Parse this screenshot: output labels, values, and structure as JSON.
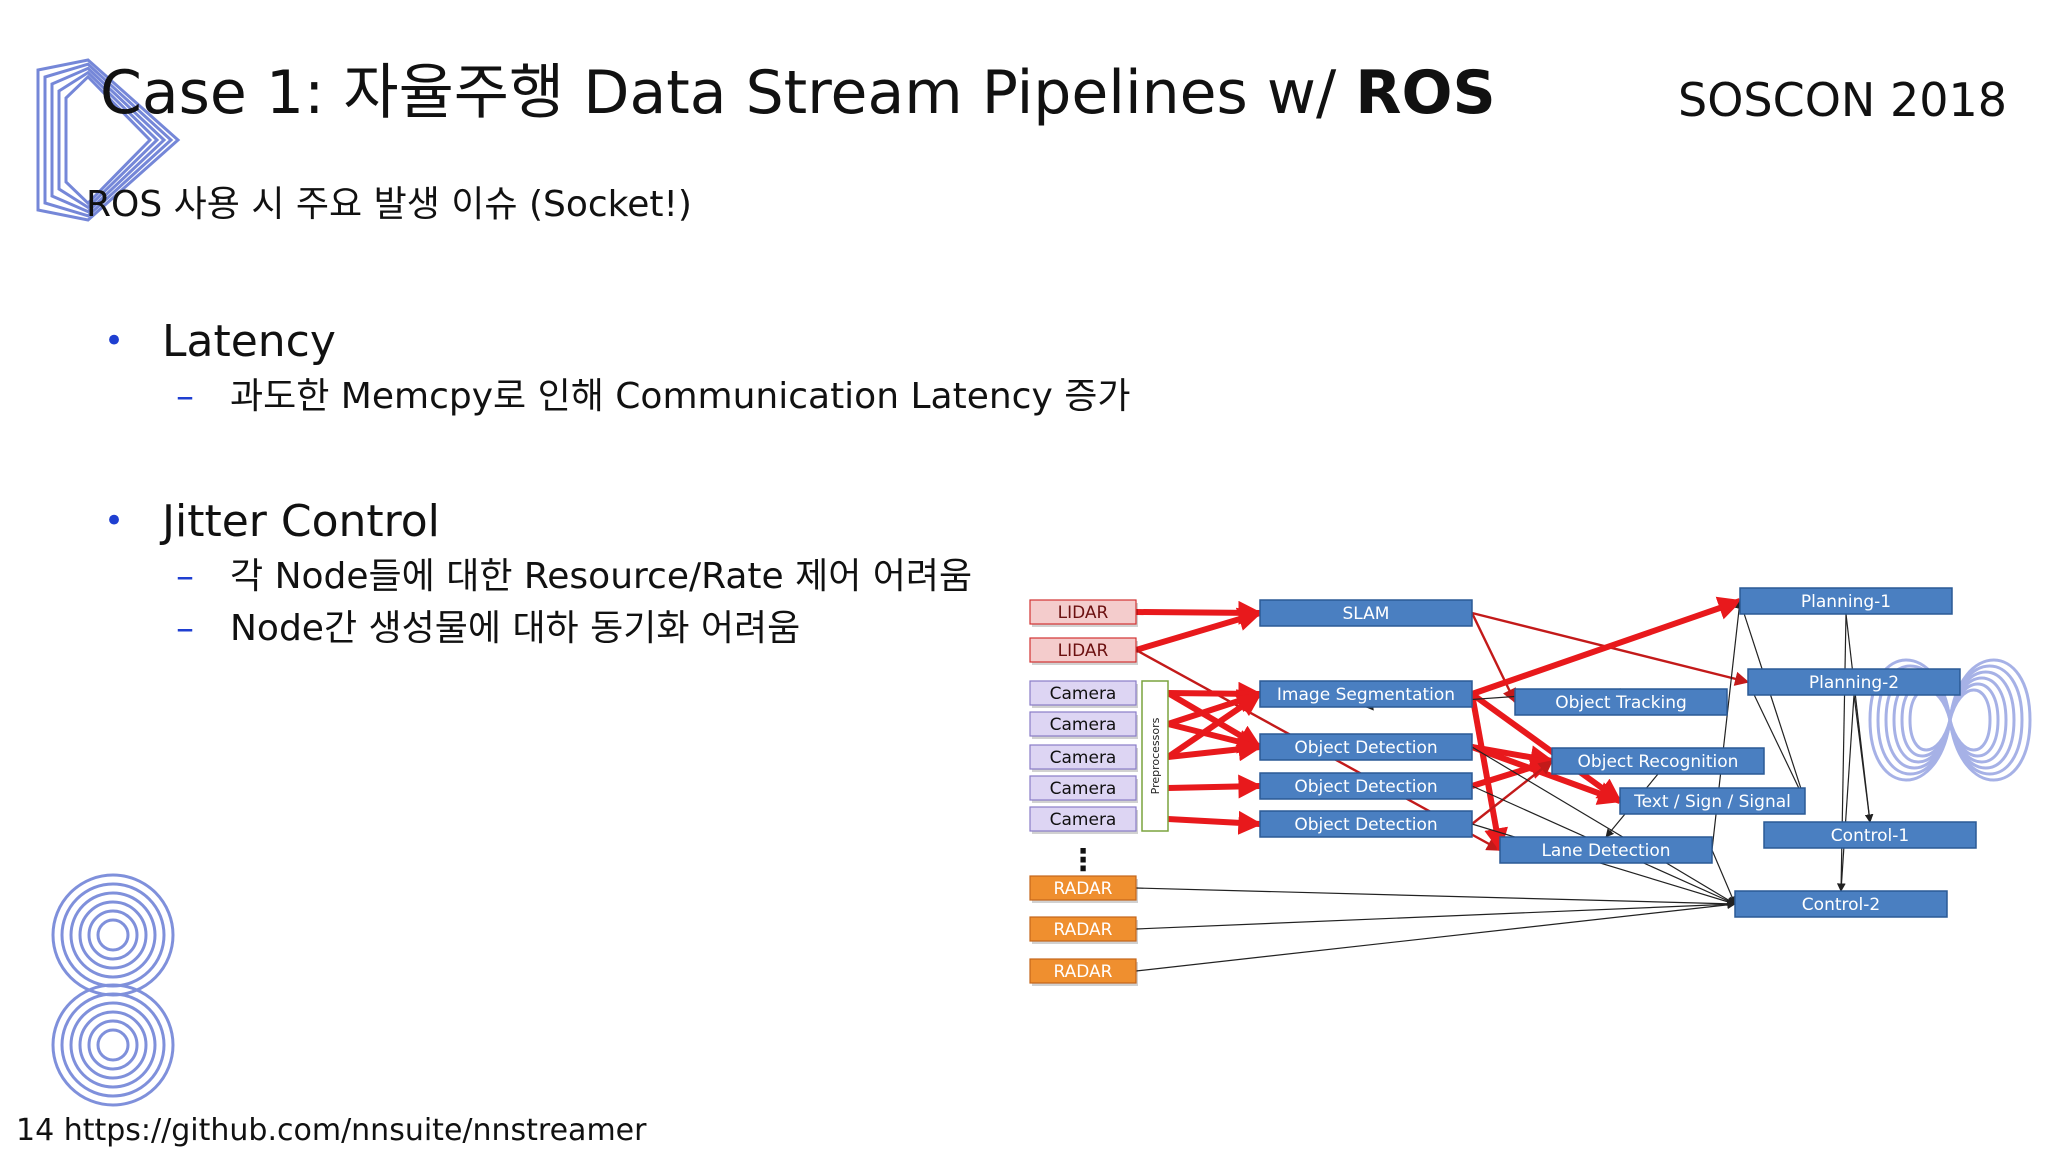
{
  "slide": {
    "title_prefix": "Case 1: 자율주행 Data Stream Pipelines w/ ",
    "title_bold": "ROS",
    "conference": "SOSCON 2018",
    "subtitle": "ROS 사용 시 주요 발생 이슈 (Socket!)",
    "bullets": [
      {
        "marker": "•",
        "text": "Latency",
        "subs": [
          {
            "marker": "–",
            "text": "과도한 Memcpy로 인해 Communication Latency 증가"
          }
        ]
      },
      {
        "marker": "•",
        "text": "Jitter Control",
        "subs": [
          {
            "marker": "–",
            "text": "각 Node들에 대한 Resource/Rate 제어 어려움"
          },
          {
            "marker": "–",
            "text": "Node간 생성물에 대하 동기화 어려움"
          }
        ]
      }
    ],
    "footer": "14 https://github.com/nnsuite/nnstreamer"
  },
  "colors": {
    "bullet_marker": "#1f3fd1",
    "lidar_fill": "#f4cccc",
    "lidar_stroke": "#d33333",
    "camera_fill": "#ddd5f3",
    "camera_stroke": "#8a7cc7",
    "radar_fill": "#ef8f2f",
    "radar_stroke": "#c4661b",
    "process_fill": "#4a7fc1",
    "process_stroke": "#2b5a95",
    "red_arrow": "#e8191c",
    "thin_arrow": "#222222",
    "preproc_fill": "#ffffff",
    "preproc_stroke": "#7aa33e",
    "deco": "#3b55c8"
  },
  "diagram": {
    "sensors": [
      {
        "id": "lidar1",
        "label": "LIDAR",
        "kind": "lidar"
      },
      {
        "id": "lidar2",
        "label": "LIDAR",
        "kind": "lidar"
      },
      {
        "id": "cam1",
        "label": "Camera",
        "kind": "camera"
      },
      {
        "id": "cam2",
        "label": "Camera",
        "kind": "camera"
      },
      {
        "id": "cam3",
        "label": "Camera",
        "kind": "camera"
      },
      {
        "id": "cam4",
        "label": "Camera",
        "kind": "camera"
      },
      {
        "id": "cam5",
        "label": "Camera",
        "kind": "camera"
      },
      {
        "id": "radar1",
        "label": "RADAR",
        "kind": "radar"
      },
      {
        "id": "radar2",
        "label": "RADAR",
        "kind": "radar"
      },
      {
        "id": "radar3",
        "label": "RADAR",
        "kind": "radar"
      }
    ],
    "ellipsis": "⋮",
    "preprocessor_label": "Preprocessors",
    "processes": [
      {
        "id": "slam",
        "label": "SLAM"
      },
      {
        "id": "seg",
        "label": "Image Segmentation"
      },
      {
        "id": "det1",
        "label": "Object Detection"
      },
      {
        "id": "det2",
        "label": "Object Detection"
      },
      {
        "id": "det3",
        "label": "Object Detection"
      },
      {
        "id": "track",
        "label": "Object Tracking"
      },
      {
        "id": "recog",
        "label": "Object Recognition"
      },
      {
        "id": "text",
        "label": "Text / Sign / Signal"
      },
      {
        "id": "lane",
        "label": "Lane Detection"
      },
      {
        "id": "plan1",
        "label": "Planning-1"
      },
      {
        "id": "plan2",
        "label": "Planning-2"
      },
      {
        "id": "ctrl1",
        "label": "Control-1"
      },
      {
        "id": "ctrl2",
        "label": "Control-2"
      }
    ],
    "edges": [
      {
        "from": "lidar1",
        "to": "slam",
        "style": "red"
      },
      {
        "from": "lidar2",
        "to": "slam",
        "style": "red"
      },
      {
        "from": "lidar2",
        "to": "lane",
        "style": "red-thin"
      },
      {
        "from": "cam1",
        "to": "seg",
        "style": "red"
      },
      {
        "from": "cam1",
        "to": "det1",
        "style": "red"
      },
      {
        "from": "cam2",
        "to": "seg",
        "style": "red"
      },
      {
        "from": "cam2",
        "to": "det1",
        "style": "red"
      },
      {
        "from": "cam3",
        "to": "seg",
        "style": "red"
      },
      {
        "from": "cam3",
        "to": "det1",
        "style": "red"
      },
      {
        "from": "cam4",
        "to": "det2",
        "style": "red"
      },
      {
        "from": "cam5",
        "to": "det3",
        "style": "red"
      },
      {
        "from": "slam",
        "to": "track",
        "style": "red-thin"
      },
      {
        "from": "slam",
        "to": "plan2",
        "style": "red-thin"
      },
      {
        "from": "seg",
        "to": "plan1",
        "style": "red"
      },
      {
        "from": "seg",
        "to": "lane",
        "style": "red"
      },
      {
        "from": "seg",
        "to": "text",
        "style": "red"
      },
      {
        "from": "det1",
        "to": "recog",
        "style": "red"
      },
      {
        "from": "det1",
        "to": "text",
        "style": "red"
      },
      {
        "from": "det2",
        "to": "recog",
        "style": "red"
      },
      {
        "from": "det3",
        "to": "recog",
        "style": "red-thin"
      },
      {
        "from": "det1",
        "to": "ctrl2",
        "style": "thin"
      },
      {
        "from": "det2",
        "to": "ctrl2",
        "style": "thin"
      },
      {
        "from": "det3",
        "to": "ctrl2",
        "style": "thin"
      },
      {
        "from": "track",
        "to": "seg",
        "style": "thin"
      },
      {
        "from": "recog",
        "to": "lane",
        "style": "thin"
      },
      {
        "from": "text",
        "to": "plan2",
        "style": "thin"
      },
      {
        "from": "text",
        "to": "plan1",
        "style": "thin"
      },
      {
        "from": "lane",
        "to": "plan1",
        "style": "thin"
      },
      {
        "from": "lane",
        "to": "ctrl2",
        "style": "thin"
      },
      {
        "from": "plan1",
        "to": "ctrl1",
        "style": "thin"
      },
      {
        "from": "plan1",
        "to": "ctrl2",
        "style": "thin"
      },
      {
        "from": "plan2",
        "to": "ctrl1",
        "style": "thin"
      },
      {
        "from": "plan2",
        "to": "ctrl2",
        "style": "thin"
      },
      {
        "from": "radar1",
        "to": "ctrl2",
        "style": "thin"
      },
      {
        "from": "radar2",
        "to": "ctrl2",
        "style": "thin"
      },
      {
        "from": "radar3",
        "to": "ctrl2",
        "style": "thin"
      }
    ]
  }
}
